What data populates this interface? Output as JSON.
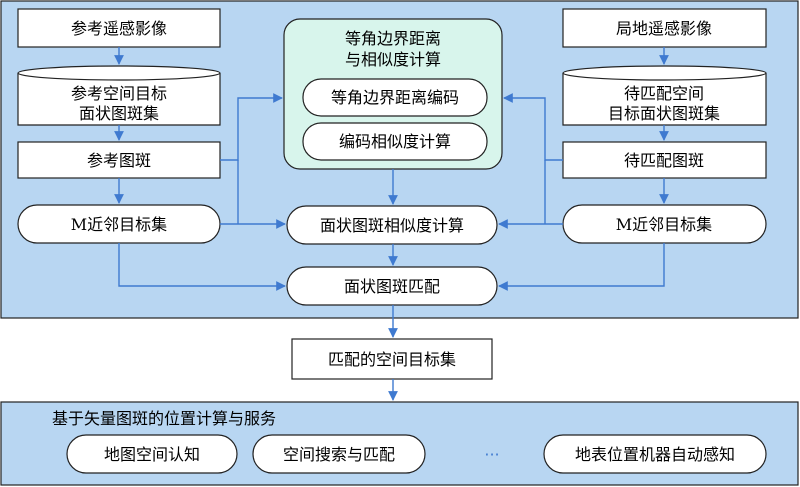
{
  "colors": {
    "panel_fill": "#b8d6f2",
    "panel_stroke": "#222222",
    "node_fill": "#ffffff",
    "highlight_fill": "#d8f5ec",
    "arrow": "#3f7ad0"
  },
  "left": {
    "ref_image": "参考遥感影像",
    "ref_set_line1": "参考空间目标",
    "ref_set_line2": "面状图斑集",
    "ref_patch": "参考图斑",
    "ref_neighbors": "M近邻目标集"
  },
  "right": {
    "local_image": "局地遥感影像",
    "match_set_line1": "待匹配空间",
    "match_set_line2": "目标面状图斑集",
    "match_patch": "待匹配图斑",
    "match_neighbors": "M近邻目标集"
  },
  "center": {
    "title_line1": "等角边界距离",
    "title_line2": "与相似度计算",
    "encoding": "等角边界距离编码",
    "code_similarity": "编码相似度计算",
    "patch_similarity": "面状图斑相似度计算",
    "patch_matching": "面状图斑匹配"
  },
  "result": "匹配的空间目标集",
  "services": {
    "title": "基于矢量图斑的位置计算与服务",
    "items": [
      "地图空间认知",
      "空间搜索与匹配",
      "地表位置机器自动感知"
    ],
    "ellipsis": "···"
  }
}
